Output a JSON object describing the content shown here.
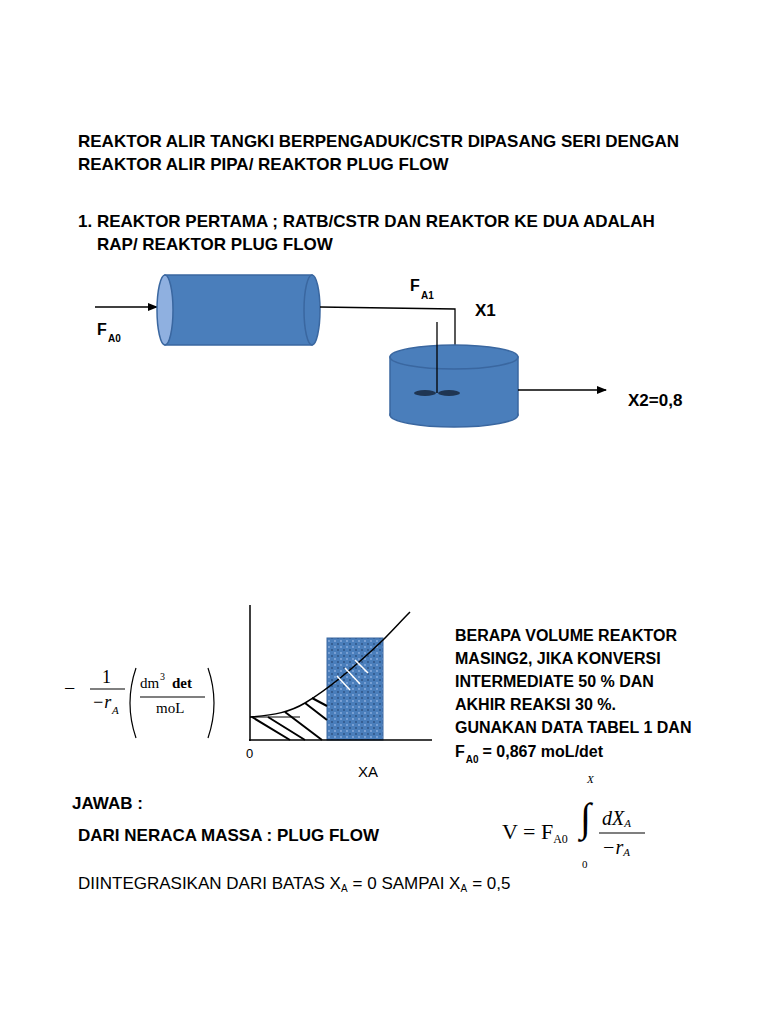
{
  "diagram": {
    "title": "REAKTOR ALIR TANGKI BERPENGADUK/CSTR DIPASANG SERI DENGAN REAKTOR ALIR PIPA/ REAKTOR PLUG FLOW",
    "labels": [
      "1. REAKTOR PERTAMA ; RATB/CSTR DAN REAKTOR KE DUA ADALAH RAP/ REAKTOR PLUG FLOW",
      "F",
      "A1",
      "X1",
      "F",
      "A0",
      "X2=0,8",
      "−",
      "1",
      "−r",
      "A",
      "dm",
      "3",
      "det",
      "moL",
      "0",
      "XA",
      "BERAPA VOLUME REAKTOR",
      "MASING2, JIKA KONVERSI",
      "INTERMEDIATE 50 % DAN",
      "AKHIR REAKSI 30 %.",
      "GUNAKAN DATA TABEL 1 DAN",
      "F",
      "A0",
      "= 0,867 moL/det",
      "JAWAB :",
      "DARI NERACA MASSA : PLUG FLOW",
      "V = F",
      "A0",
      "∫",
      "X",
      "0",
      "dX",
      "A",
      "−r",
      "A",
      "DIINTEGRASIKAN DARI BATAS X",
      "A",
      "= 0 SAMPAI X",
      "A",
      "= 0,5"
    ]
  }
}
